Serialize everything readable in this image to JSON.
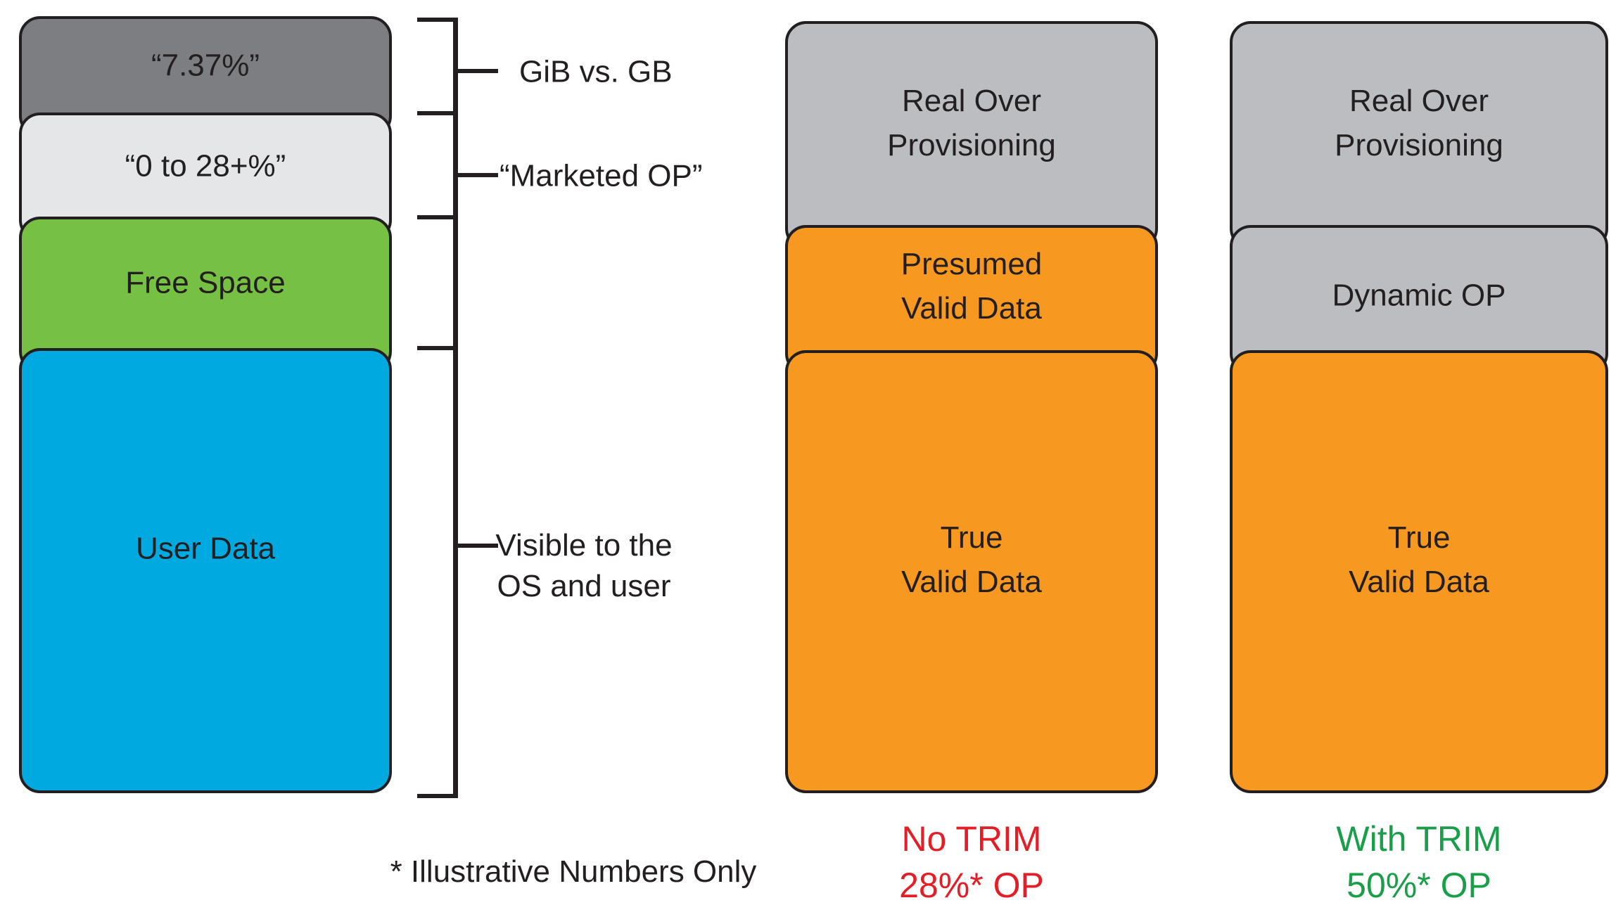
{
  "diagram": {
    "title_semantic": "SSD over-provisioning illustration",
    "colors": {
      "outline": "#231f20",
      "dark_gray": "#7d7e82",
      "light_gray": "#e5e6e8",
      "green": "#76c043",
      "cyan": "#00a9e0",
      "medium_gray": "#bbbdc0",
      "orange": "#f79820",
      "caption_red": "#e31e26",
      "caption_green": "#1a9e49"
    },
    "left_column": {
      "segments": [
        {
          "name": "gib-overhead",
          "label": "“7.37%”",
          "color": "#7d7e82"
        },
        {
          "name": "marketed-op",
          "label": "“0 to 28+%”",
          "color": "#e5e6e8"
        },
        {
          "name": "free-space",
          "label": "Free Space",
          "color": "#76c043"
        },
        {
          "name": "user-data",
          "label": "User Data",
          "color": "#00a9e0"
        }
      ]
    },
    "bracket_labels": {
      "gib_vs_gb": "GiB vs. GB",
      "marketed_op": "“Marketed OP”",
      "visible_to_os": "Visible to the\nOS and user"
    },
    "middle_column": {
      "segments": [
        {
          "name": "real-over-provisioning",
          "label": "Real Over\nProvisioning",
          "color": "#bbbdc0"
        },
        {
          "name": "presumed-valid-data",
          "label": "Presumed\nValid Data",
          "color": "#f79820"
        },
        {
          "name": "true-valid-data",
          "label": "True\nValid Data",
          "color": "#f79820"
        }
      ],
      "caption": "No TRIM\n28%* OP",
      "caption_color": "#e31e26"
    },
    "right_column": {
      "segments": [
        {
          "name": "real-over-provisioning",
          "label": "Real Over\nProvisioning",
          "color": "#bbbdc0"
        },
        {
          "name": "dynamic-op",
          "label": "Dynamic OP",
          "color": "#bbbdc0"
        },
        {
          "name": "true-valid-data",
          "label": "True\nValid Data",
          "color": "#f79820"
        }
      ],
      "caption": "With TRIM\n50%* OP",
      "caption_color": "#1a9e49"
    },
    "footnote": "* Illustrative Numbers Only"
  }
}
